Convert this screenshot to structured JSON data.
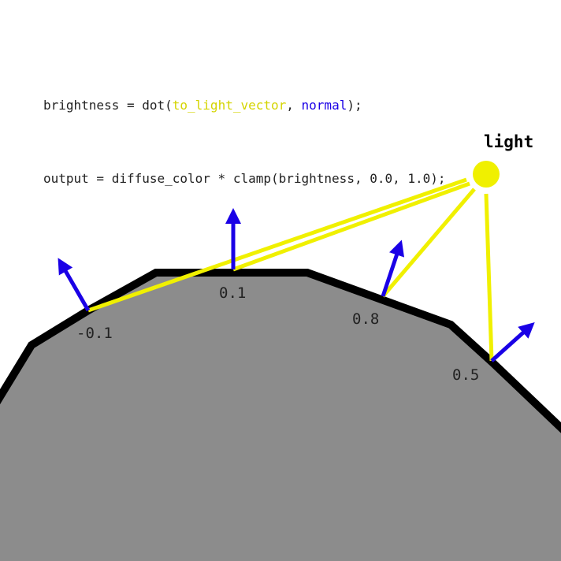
{
  "code": {
    "line1": {
      "prefix": "brightness = dot(",
      "arg1": "to_light_vector",
      "sep": ", ",
      "arg2": "normal",
      "suffix": ");"
    },
    "line2": "output = diffuse_color * clamp(brightness, 0.0, 1.0);"
  },
  "light_label": "light",
  "brightness_values": [
    "-0.1",
    "0.1",
    "0.8",
    "0.5"
  ],
  "colors": {
    "surface_fill": "#8c8c8c",
    "surface_outline": "#000000",
    "light": "#f0f000",
    "normal_arrow": "#1a00e6",
    "to_light_vector_text": "#d4d400",
    "normal_text": "#1a00e6"
  }
}
